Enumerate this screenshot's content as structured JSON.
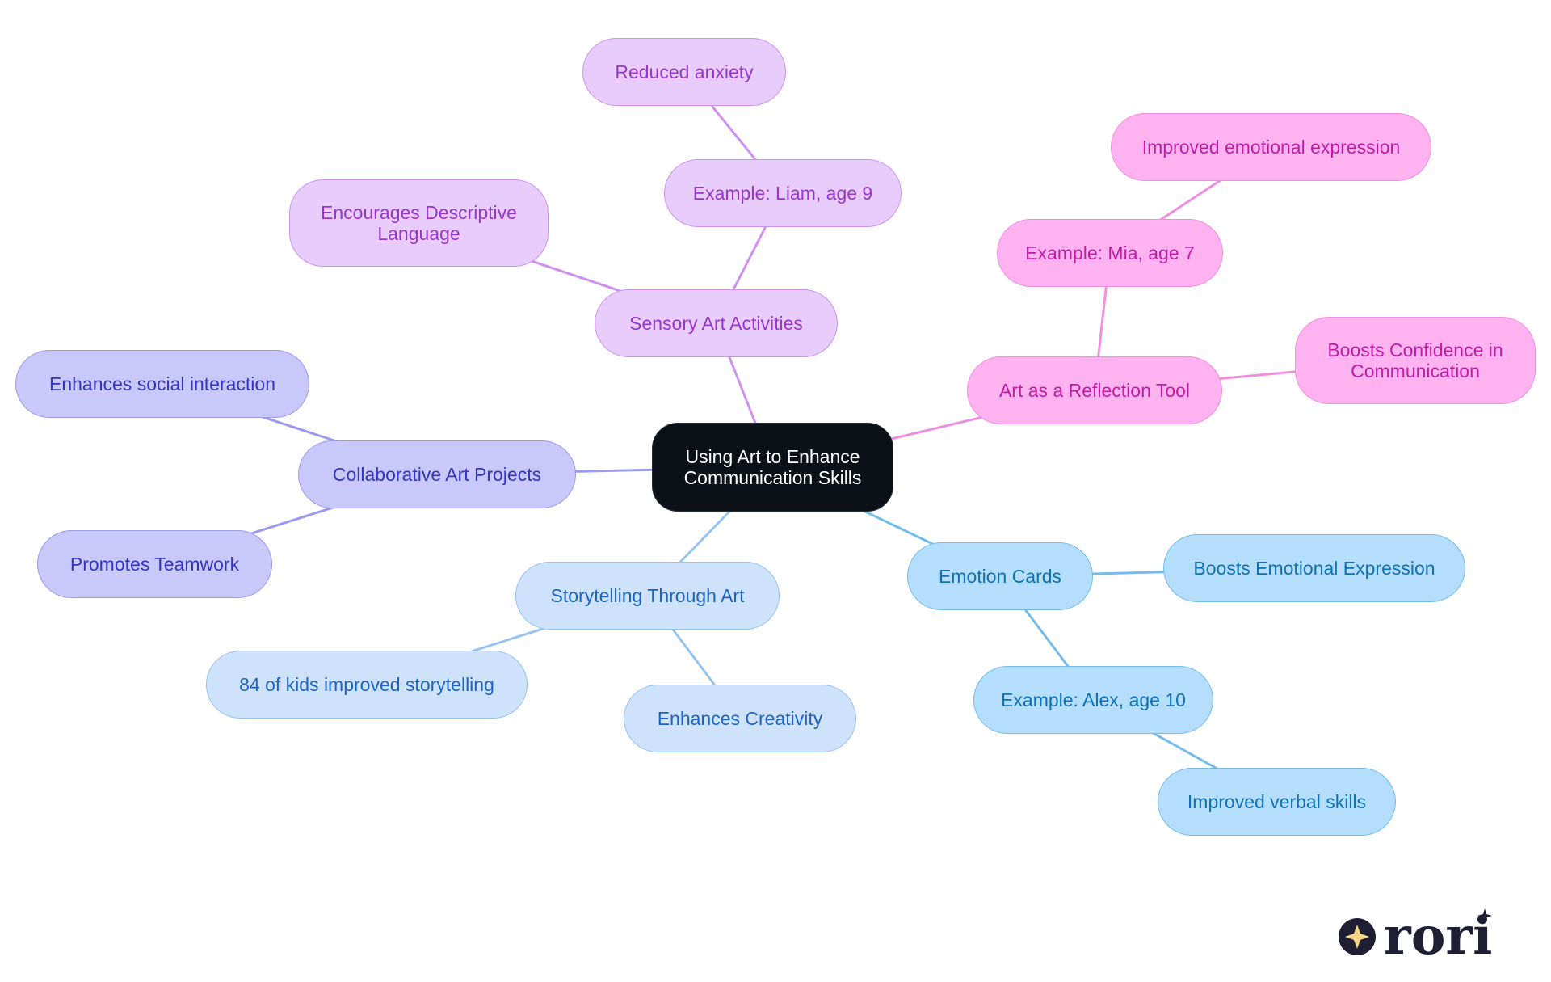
{
  "colors": {
    "root": {
      "fill": "#0c1118",
      "stroke": "#2a3038",
      "text": "#ffffff",
      "edge": "#0c1118"
    },
    "purple": {
      "fill": "#e8ccfc",
      "stroke": "#cf92f0",
      "text": "#9a35cc",
      "edge": "#cf92f0"
    },
    "pink": {
      "fill": "#feb3f0",
      "stroke": "#f08ee0",
      "text": "#c21ca7",
      "edge": "#f08ee0"
    },
    "indigo": {
      "fill": "#c8c8fb",
      "stroke": "#9b9bee",
      "text": "#3535c2",
      "edge": "#9b9bee"
    },
    "lightblue": {
      "fill": "#cfe2fc",
      "stroke": "#97c3ef",
      "text": "#1e64c2",
      "edge": "#97c3ef"
    },
    "skyblue": {
      "fill": "#b5ddfc",
      "stroke": "#74bdeb",
      "text": "#0e72b5",
      "edge": "#74bdeb"
    }
  },
  "nodes": {
    "root": {
      "text": "Using Art to Enhance\nCommunication Skills",
      "color": "root"
    },
    "sensory": {
      "text": "Sensory Art Activities",
      "color": "purple"
    },
    "liam": {
      "text": "Example: Liam, age 9",
      "color": "purple"
    },
    "anxiety": {
      "text": "Reduced anxiety",
      "color": "purple"
    },
    "descriptive": {
      "text": "Encourages Descriptive\nLanguage",
      "color": "purple"
    },
    "reflection": {
      "text": "Art as a Reflection Tool",
      "color": "pink"
    },
    "mia": {
      "text": "Example: Mia, age 7",
      "color": "pink"
    },
    "emotional_expr": {
      "text": "Improved emotional expression",
      "color": "pink"
    },
    "confidence": {
      "text": "Boosts Confidence in\nCommunication",
      "color": "pink"
    },
    "collab": {
      "text": "Collaborative Art Projects",
      "color": "indigo"
    },
    "social": {
      "text": "Enhances social interaction",
      "color": "indigo"
    },
    "teamwork": {
      "text": "Promotes Teamwork",
      "color": "indigo"
    },
    "story": {
      "text": "Storytelling Through Art",
      "color": "lightblue"
    },
    "kids84": {
      "text": "84 of kids improved storytelling",
      "color": "lightblue"
    },
    "creativity": {
      "text": "Enhances Creativity",
      "color": "lightblue"
    },
    "emotion_cards": {
      "text": "Emotion Cards",
      "color": "skyblue"
    },
    "boost_emotional": {
      "text": "Boosts Emotional Expression",
      "color": "skyblue"
    },
    "alex": {
      "text": "Example: Alex, age 10",
      "color": "skyblue"
    },
    "verbal": {
      "text": "Improved verbal skills",
      "color": "skyblue"
    }
  },
  "edges": [
    [
      "root",
      "sensory"
    ],
    [
      "sensory",
      "liam"
    ],
    [
      "liam",
      "anxiety"
    ],
    [
      "sensory",
      "descriptive"
    ],
    [
      "root",
      "reflection"
    ],
    [
      "reflection",
      "mia"
    ],
    [
      "mia",
      "emotional_expr"
    ],
    [
      "reflection",
      "confidence"
    ],
    [
      "root",
      "collab"
    ],
    [
      "collab",
      "social"
    ],
    [
      "collab",
      "teamwork"
    ],
    [
      "root",
      "story"
    ],
    [
      "story",
      "kids84"
    ],
    [
      "story",
      "creativity"
    ],
    [
      "root",
      "emotion_cards"
    ],
    [
      "emotion_cards",
      "boost_emotional"
    ],
    [
      "emotion_cards",
      "alex"
    ],
    [
      "alex",
      "verbal"
    ]
  ],
  "logo": {
    "text": "rori",
    "star_color": "#f5d58a",
    "ink_color": "#1e1f33"
  }
}
